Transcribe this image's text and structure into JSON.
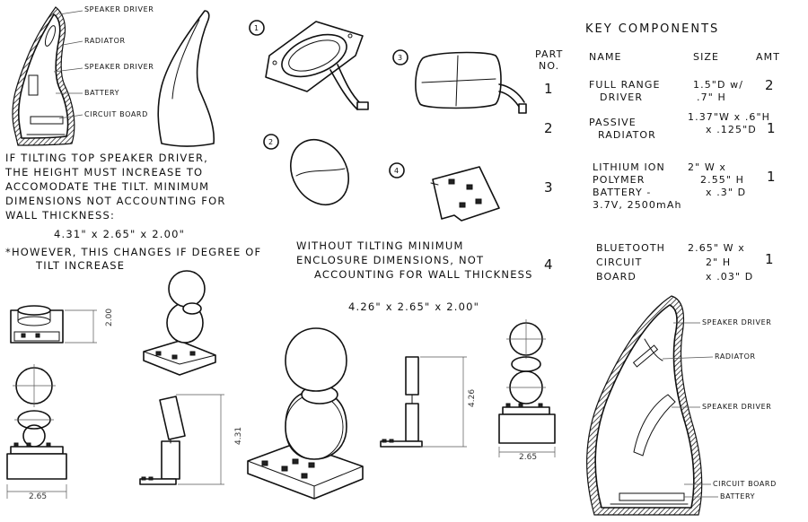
{
  "top_left_labels": [
    "SPEAKER DRIVER",
    "RADIATOR",
    "SPEAKER DRIVER",
    "BATTERY",
    "CIRCUIT BOARD"
  ],
  "tilt_note": [
    "IF TILTING TOP SPEAKER DRIVER,",
    "THE HEIGHT MUST INCREASE TO",
    "ACCOMODATE THE TILT. MINIMUM",
    "DIMENSIONS NOT ACCOUNTING FOR",
    "WALL THICKNESS:"
  ],
  "tilt_dims": "4.31\" x 2.65\" x 2.00\"",
  "tilt_footnote": [
    "*HOWEVER, THIS CHANGES IF DEGREE OF",
    "TILT INCREASE"
  ],
  "part_numbers": [
    "1",
    "2",
    "3",
    "4"
  ],
  "no_tilt_note": [
    "WITHOUT TILTING MINIMUM",
    "ENCLOSURE DIMENSIONS, NOT",
    "ACCOUNTING FOR WALL THICKNESS"
  ],
  "no_tilt_dims": "4.26\" x 2.65\" x 2.00\"",
  "table": {
    "title": "KEY COMPONENTS",
    "headers": {
      "part": [
        "PART",
        "NO."
      ],
      "name": "NAME",
      "size": "SIZE",
      "amt": "AMT"
    },
    "rows": [
      {
        "no": "1",
        "name": [
          "FULL RANGE",
          "DRIVER"
        ],
        "size": [
          "1.5\"D w/",
          ".7\" H"
        ],
        "amt": "2"
      },
      {
        "no": "2",
        "name": [
          "PASSIVE",
          "RADIATOR"
        ],
        "size": [
          "1.37\"W x .6\"H",
          "x .125\"D"
        ],
        "amt": "1"
      },
      {
        "no": "3",
        "name": [
          "LITHIUM ION",
          "POLYMER",
          "BATTERY -",
          "3.7V, 2500mAh"
        ],
        "size": [
          "2\" W x",
          "2.55\" H",
          "x .3\" D"
        ],
        "amt": "1"
      },
      {
        "no": "4",
        "name": [
          "BLUETOOTH",
          "CIRCUIT",
          "BOARD"
        ],
        "size": [
          "2.65\" W x",
          "2\" H",
          "x .03\" D"
        ],
        "amt": "1"
      }
    ]
  },
  "dimension_labels": {
    "height_a": "2.00",
    "width_a": "2.65",
    "height_b": "4.31",
    "height_c": "4.26",
    "width_c": "2.65"
  },
  "bottom_right_labels": [
    "SPEAKER DRIVER",
    "RADIATOR",
    "SPEAKER DRIVER",
    "CIRCUIT BOARD",
    "BATTERY"
  ]
}
